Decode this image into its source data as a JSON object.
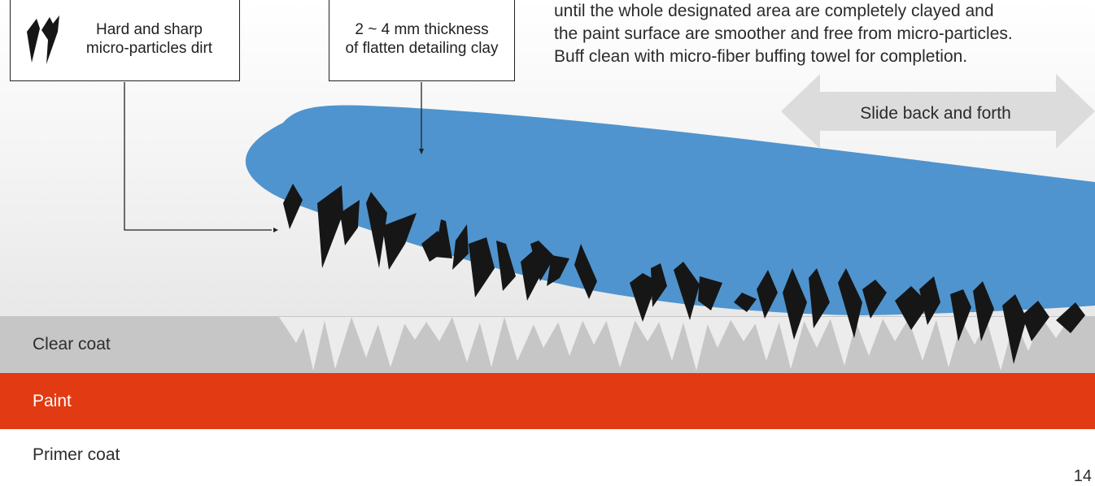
{
  "labels": {
    "dirt": [
      "Hard and sharp",
      "micro-particles dirt"
    ],
    "clay": [
      "2 ~ 4 mm thickness",
      "of flatten detailing clay"
    ],
    "slide": "Slide back and forth"
  },
  "instructions": [
    "until the whole designated area are completely clayed and",
    "the paint surface are smoother and free from micro-particles.",
    "Buff clean with micro-fiber buffing towel for completion."
  ],
  "layers": {
    "clear_coat": "Clear coat",
    "paint": "Paint",
    "primer_coat": "Primer coat"
  },
  "page_number": "14",
  "colors": {
    "clay": "#4f94ce",
    "paint": "#e23a12",
    "clear_coat": "#c6c6c6",
    "dirt": "#161616",
    "arrow": "#dcdcdc"
  }
}
